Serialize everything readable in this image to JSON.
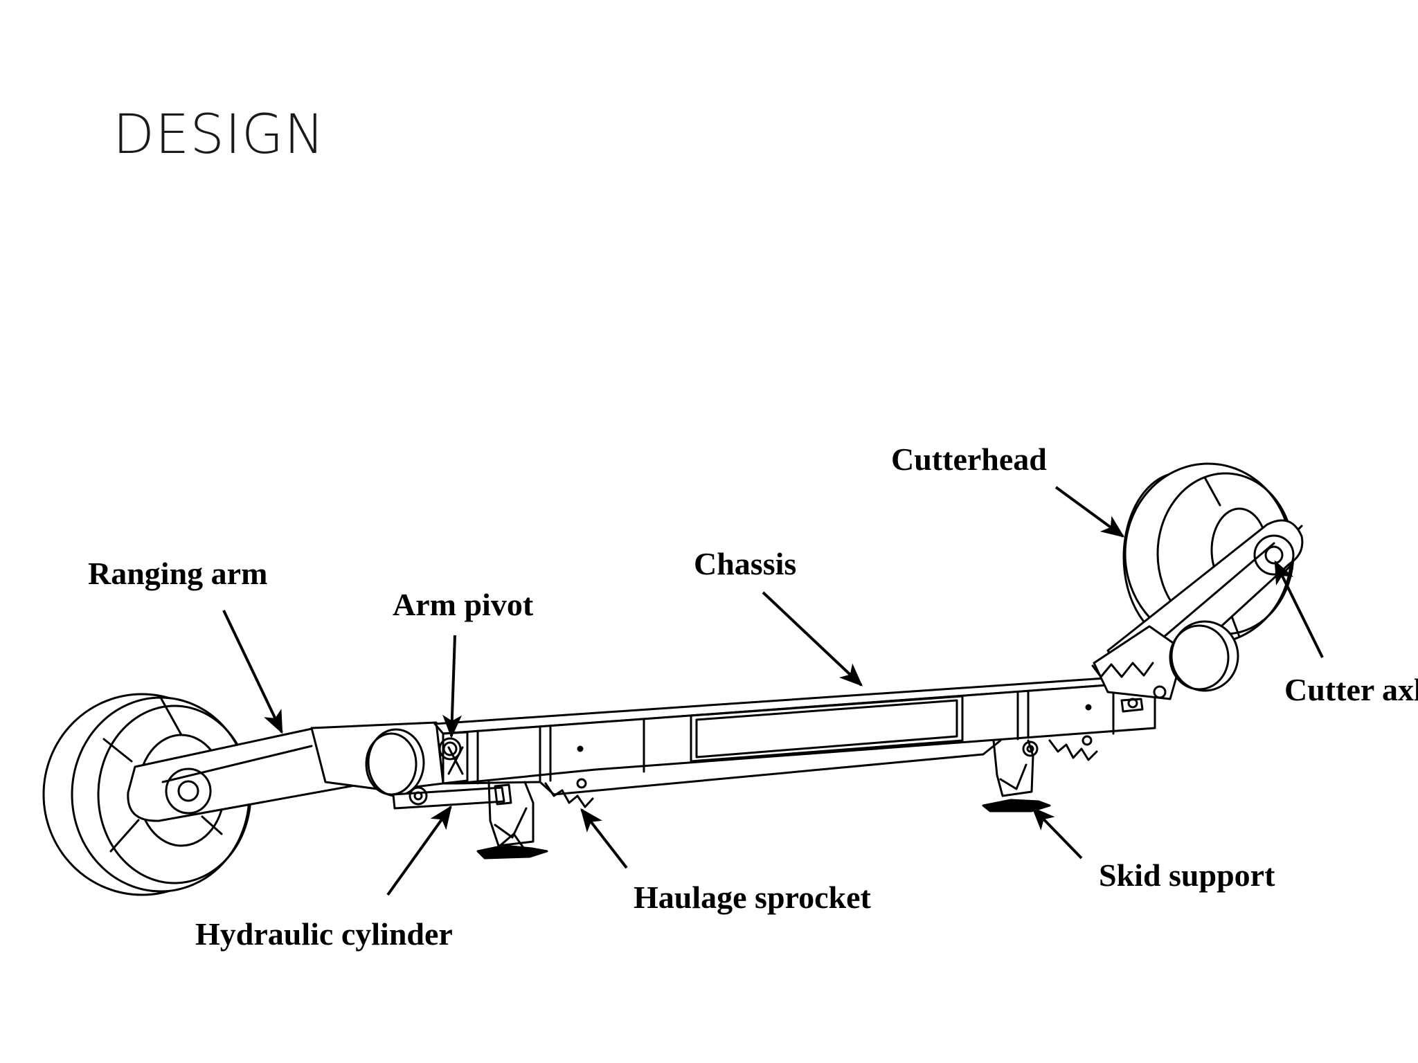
{
  "slide": {
    "title": "DESIGN"
  },
  "diagram": {
    "labels": {
      "ranging_arm": "Ranging arm",
      "arm_pivot": "Arm pivot",
      "chassis": "Chassis",
      "cutterhead": "Cutterhead",
      "cutter_axle": "Cutter axle",
      "hydraulic_cylinder": "Hydraulic cylinder",
      "haulage_sprocket": "Haulage sprocket",
      "skid_support": "Skid support"
    },
    "colors": {
      "stroke": "#000000",
      "background": "#ffffff"
    }
  }
}
